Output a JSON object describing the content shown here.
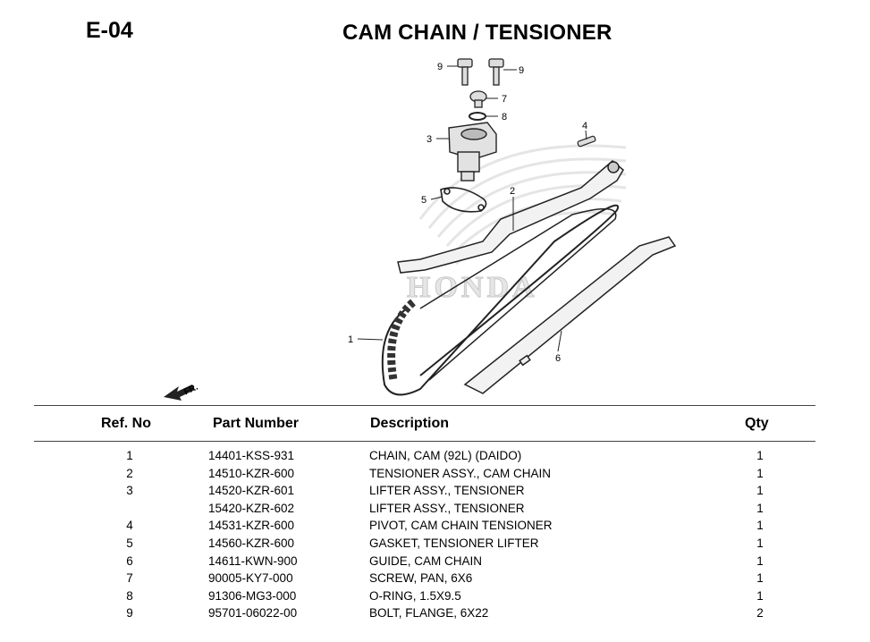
{
  "page": {
    "code": "E-04",
    "title": "CAM CHAIN / TENSIONER"
  },
  "diagram": {
    "watermark": "HONDA",
    "front_marker": "FR.",
    "callouts": [
      "1",
      "2",
      "3",
      "4",
      "5",
      "6",
      "7",
      "8",
      "9",
      "9"
    ]
  },
  "table": {
    "headers": {
      "ref": "Ref. No",
      "part": "Part Number",
      "desc": "Description",
      "qty": "Qty"
    },
    "rows": [
      {
        "ref": "1",
        "part": "14401-KSS-931",
        "desc": "CHAIN, CAM (92L) (DAIDO)",
        "qty": "1"
      },
      {
        "ref": "2",
        "part": "14510-KZR-600",
        "desc": "TENSIONER ASSY., CAM CHAIN",
        "qty": "1"
      },
      {
        "ref": "3",
        "part": "14520-KZR-601",
        "desc": "LIFTER ASSY., TENSIONER",
        "qty": "1"
      },
      {
        "ref": "",
        "part": "15420-KZR-602",
        "desc": "LIFTER ASSY., TENSIONER",
        "qty": "1"
      },
      {
        "ref": "4",
        "part": "14531-KZR-600",
        "desc": "PIVOT, CAM CHAIN TENSIONER",
        "qty": "1"
      },
      {
        "ref": "5",
        "part": "14560-KZR-600",
        "desc": "GASKET, TENSIONER LIFTER",
        "qty": "1"
      },
      {
        "ref": "6",
        "part": "14611-KWN-900",
        "desc": "GUIDE, CAM CHAIN",
        "qty": "1"
      },
      {
        "ref": "7",
        "part": "90005-KY7-000",
        "desc": "SCREW, PAN, 6X6",
        "qty": "1"
      },
      {
        "ref": "8",
        "part": "91306-MG3-000",
        "desc": "O-RING, 1.5X9.5",
        "qty": "1"
      },
      {
        "ref": "9",
        "part": "95701-06022-00",
        "desc": "BOLT, FLANGE, 6X22",
        "qty": "2"
      }
    ]
  }
}
